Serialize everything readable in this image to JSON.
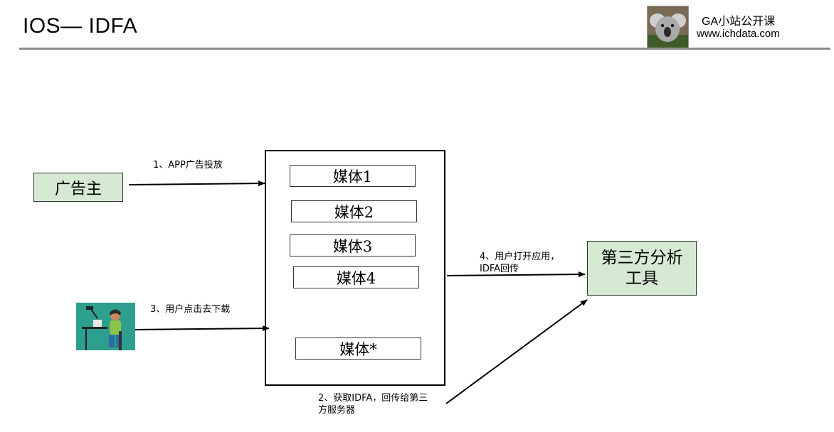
{
  "header": {
    "title": "IOS— IDFA",
    "brand_name": "GA小站公开课",
    "brand_url": "www.ichdata.com"
  },
  "diagram": {
    "advertiser": "广告主",
    "analytics_tool_line1": "第三方分析",
    "analytics_tool_line2": "工具",
    "media": [
      "媒体1",
      "媒体2",
      "媒体3",
      "媒体4",
      "媒体*"
    ],
    "steps": {
      "step1": "1、APP广告投放",
      "step2_line1": "2、获取IDFA，回传给第三",
      "step2_line2": "方服务器",
      "step3": "3、用户点击去下载",
      "step4_line1": "4、用户打开应用，",
      "step4_line2": "IDFA回传"
    }
  },
  "colors": {
    "box_fill": "#d5e9d3",
    "rule": "#8c8c8c",
    "user_icon_bg": "#2e9e8f"
  },
  "icons": {
    "logo": "koala-photo",
    "user": "person-at-computer-icon"
  }
}
